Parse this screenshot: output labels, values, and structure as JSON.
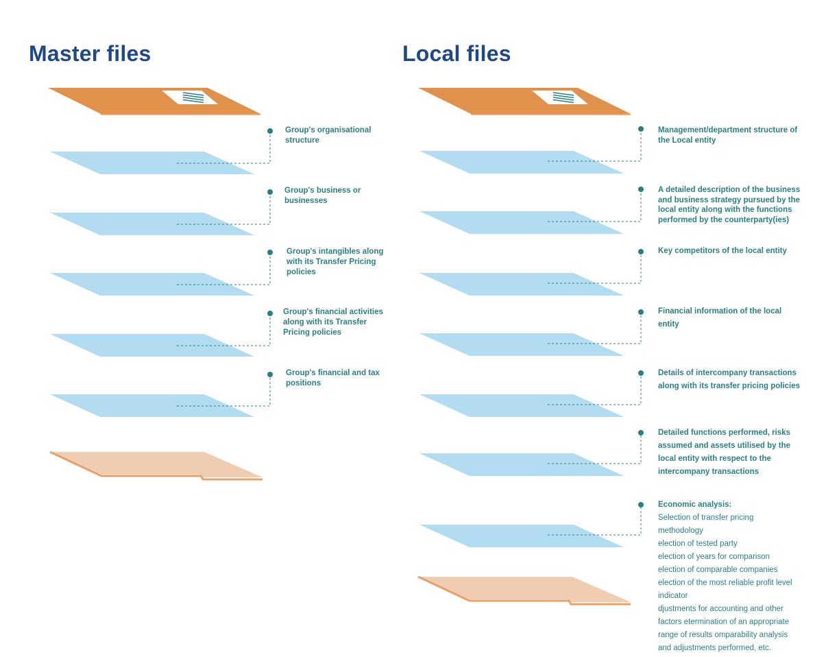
{
  "colors": {
    "heading": "#1f4887",
    "label_text": "#2a8080",
    "connector": "#2a8080",
    "sheet_blue": "#b1dcf1",
    "cover_orange": "#e0914b",
    "cover_orange_edge": "#f3a76a",
    "base_peach": "#f0cdb0",
    "base_peach_edge": "#e7a16a",
    "file_stripes": "#2a8080"
  },
  "master": {
    "title": "Master files",
    "items": [
      {
        "lines": [
          "Group's organisational",
          "structure"
        ]
      },
      {
        "lines": [
          "Group's business or",
          "businesses"
        ]
      },
      {
        "lines": [
          "Group's intangibles along",
          "with its Transfer Pricing",
          "policies"
        ]
      },
      {
        "lines": [
          "Group's financial activities",
          "along with its Transfer",
          "Pricing policies"
        ]
      },
      {
        "lines": [
          "Group's financial and tax",
          "positions"
        ]
      }
    ]
  },
  "local": {
    "title": "Local files",
    "items": [
      {
        "lines": [
          "Management/department structure of",
          "the Local entity"
        ]
      },
      {
        "lines": [
          "A detailed description of the business",
          "and business strategy pursued by the",
          "local entity along with the functions",
          "performed by the counterparty(ies)"
        ]
      },
      {
        "lines": [
          "Key competitors of the  local entity"
        ]
      },
      {
        "lines": [
          "Financial information of the local",
          "entity"
        ]
      },
      {
        "lines": [
          "Details of intercompany transactions",
          "along with its transfer pricing policies"
        ]
      },
      {
        "lines": [
          "Detailed functions performed, risks",
          "assumed and assets utilised by the",
          "local entity with respect to the",
          "intercompany transactions"
        ]
      },
      {
        "heading": "Economic analysis:",
        "details": [
          "Selection of transfer pricing",
          "methodology",
          "election of tested party",
          "election of years for comparison",
          "election of comparable companies",
          "election of the most reliable profit level",
          "indicator",
          "djustments for accounting and other",
          "factors  etermination of an appropriate",
          "range of results omparability analysis",
          "and adjustments performed, etc."
        ]
      }
    ]
  }
}
